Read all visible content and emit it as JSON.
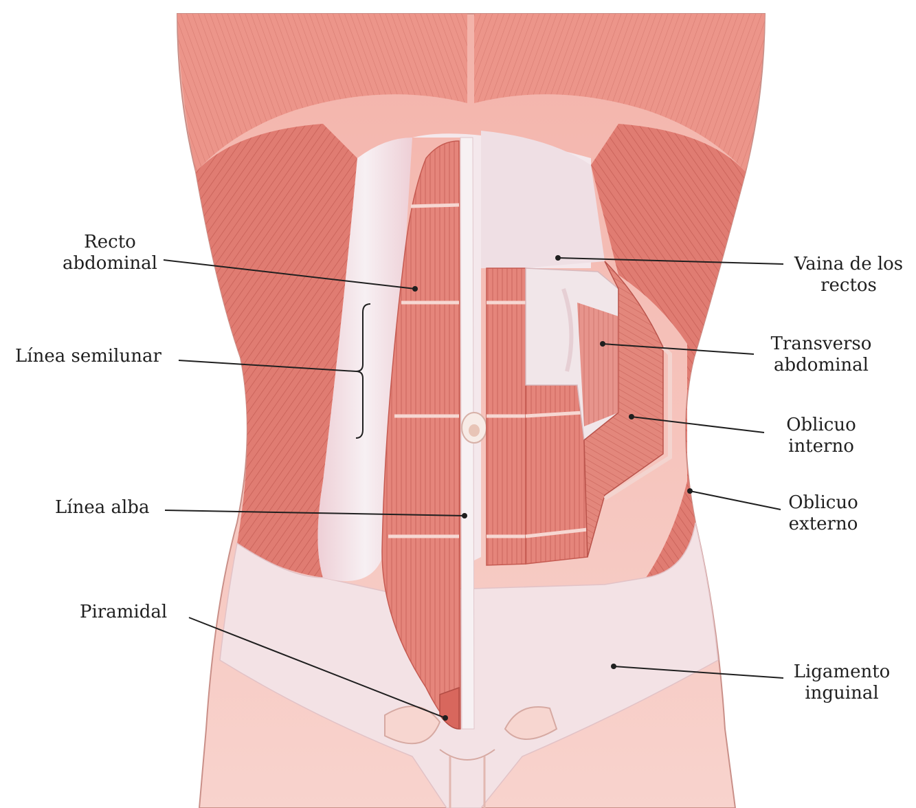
{
  "labels": {
    "recto": {
      "line1": "Recto",
      "line2": "abdominal"
    },
    "semilunar": {
      "line1": "Línea semilunar"
    },
    "alba": {
      "line1": "Línea alba"
    },
    "piramidal": {
      "line1": "Piramidal"
    },
    "vaina": {
      "line1": "Vaina de los",
      "line2": "rectos"
    },
    "transverso": {
      "line1": "Transverso",
      "line2": "abdominal"
    },
    "oblicuo_interno": {
      "line1": "Oblicuo",
      "line2": "interno"
    },
    "oblicuo_externo": {
      "line1": "Oblicuo",
      "line2": "externo"
    },
    "ligamento": {
      "line1": "Ligamento",
      "line2": "inguinal"
    }
  },
  "colors": {
    "muscle": "#e27f76",
    "muscle_dark": "#c95b52",
    "fascia": "#f1e6ea",
    "skin": "#f6c9c2",
    "leader_line": "#1f1f1f"
  }
}
